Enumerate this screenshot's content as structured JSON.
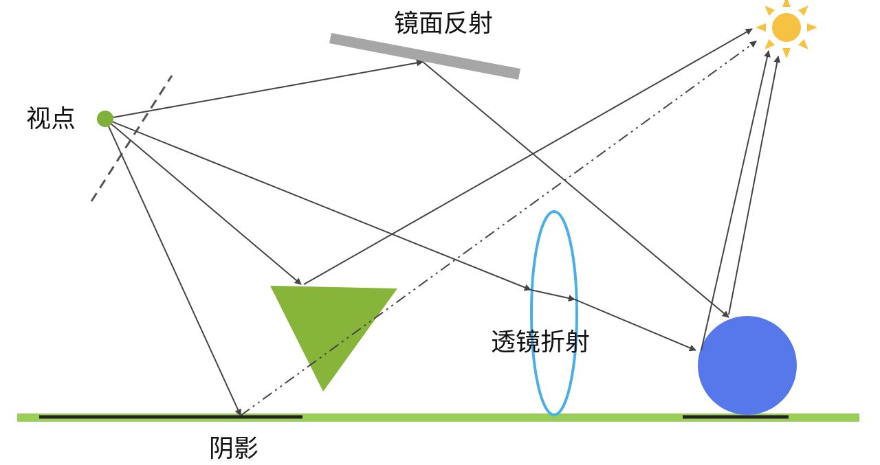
{
  "labels": {
    "viewpoint": "视点",
    "mirror_reflection": "镜面反射",
    "lens_refraction": "透镜折射",
    "shadow": "阴影"
  },
  "colors": {
    "ray": "#444444",
    "viewpoint": "#7fb13a",
    "mirror": "#a6a6a6",
    "triangle": "#86b53a",
    "lens": "#4aaee8",
    "sphere": "#5678ea",
    "ground": "#9acd5a",
    "shadow": "#222222",
    "sun": "#f5c242"
  }
}
